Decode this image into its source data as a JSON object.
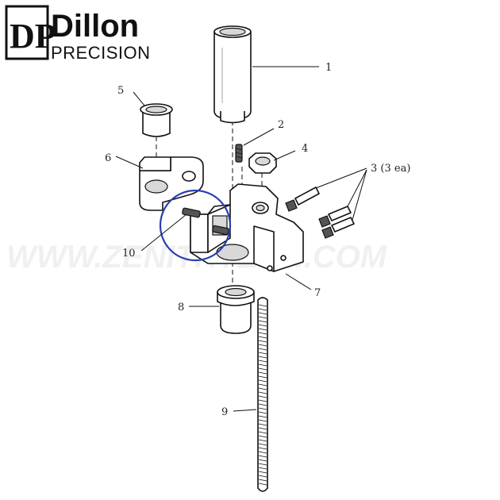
{
  "brand": {
    "monogram": "DP",
    "name": "Dillon",
    "tagline": "PRECISION"
  },
  "watermark": "WWW.ZENITHTECH.COM",
  "callouts": {
    "c1": "1",
    "c2": "2",
    "c3": "3 (3 ea)",
    "c4": "4",
    "c5": "5",
    "c6": "6",
    "c7": "7",
    "c8": "8",
    "c9": "9",
    "c10": "10"
  },
  "colors": {
    "highlight_circle": "#2a3fb0",
    "line": "#111111"
  }
}
